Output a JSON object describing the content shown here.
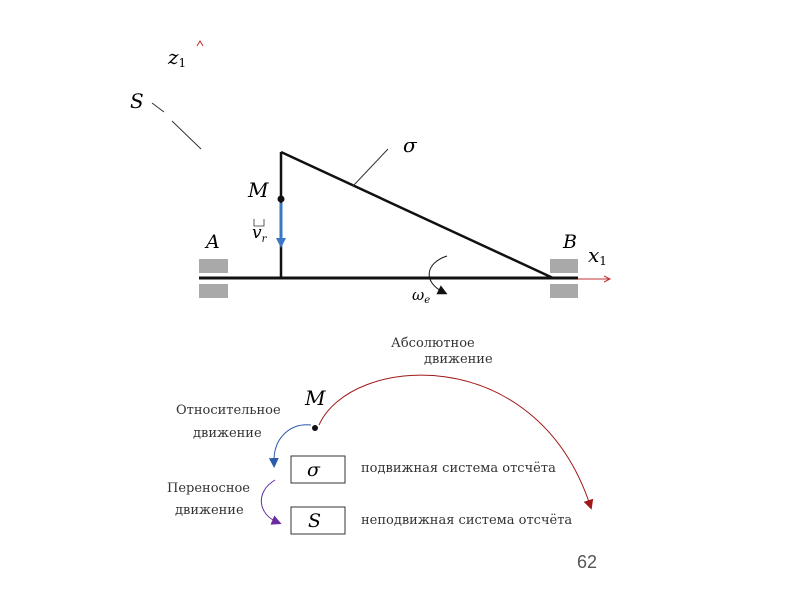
{
  "labels": {
    "z1": "z",
    "z1_sub": "1",
    "S_axis": "S",
    "sigma_top": "σ",
    "M_top": "M",
    "v": "v",
    "v_sub": "r",
    "A": "A",
    "B": "B",
    "x1": "x",
    "x1_sub": "1",
    "omega": "ω",
    "omega_sub": "e",
    "abs_motion_line1": "Абсолютное",
    "abs_motion_line2": "движение",
    "M_bottom": "M",
    "rel_motion_line1": "Относительное",
    "rel_motion_line2": "движение",
    "sigma_box": "σ",
    "moving_frame": "подвижная система отсчёта",
    "trans_motion_line1": "Переносное",
    "trans_motion_line2": "движение",
    "S_box": "S",
    "fixed_frame": "неподвижная система отсчёта"
  },
  "page_number": "62",
  "colors": {
    "line": "#1a1a1a",
    "velocity_arrow": "#3b78c4",
    "abs_arrow": "#a01818",
    "rel_arrow": "#2c5aa8",
    "trans_arrow": "#6a2c9c",
    "bearing": "#a9a9a9"
  }
}
